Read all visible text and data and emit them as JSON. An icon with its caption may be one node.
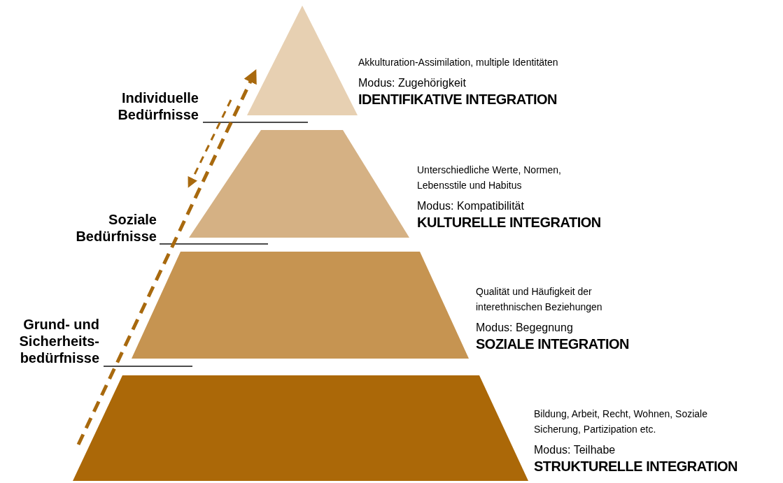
{
  "diagram": {
    "nodes": [
      {
        "text": [
          "Akkulturation-Assimilation, multiple Identitäten",
          "Modus: Zugehörigkeit",
          "IDENTIFIKATIVE INTEGRATION"
        ]
      },
      {
        "text": [
          "Unterschiedliche Werte, Normen, Lebensstile und Habitus",
          "Modus: Kompatibilität",
          "KULTURELLE INTEGRATION"
        ]
      },
      {
        "text": [
          "Qualität und Häufigkeit der interethnischen Beziehungen",
          "Modus: Begegnung",
          "SOZIALE INTEGRATION"
        ]
      },
      {
        "text": [
          "Bildung, Arbeit, Recht, Wohnen, Soziale Sicherung, Partizipation etc.",
          "Modus: Teilhabe",
          "STRUKTURELLE INTEGRATION"
        ]
      }
    ],
    "labels": [
      "Individuelle Bedürfnisse",
      "Soziale Bedürfnisse",
      "Grund- und Sicherheits-bedürfnisse"
    ]
  }
}
